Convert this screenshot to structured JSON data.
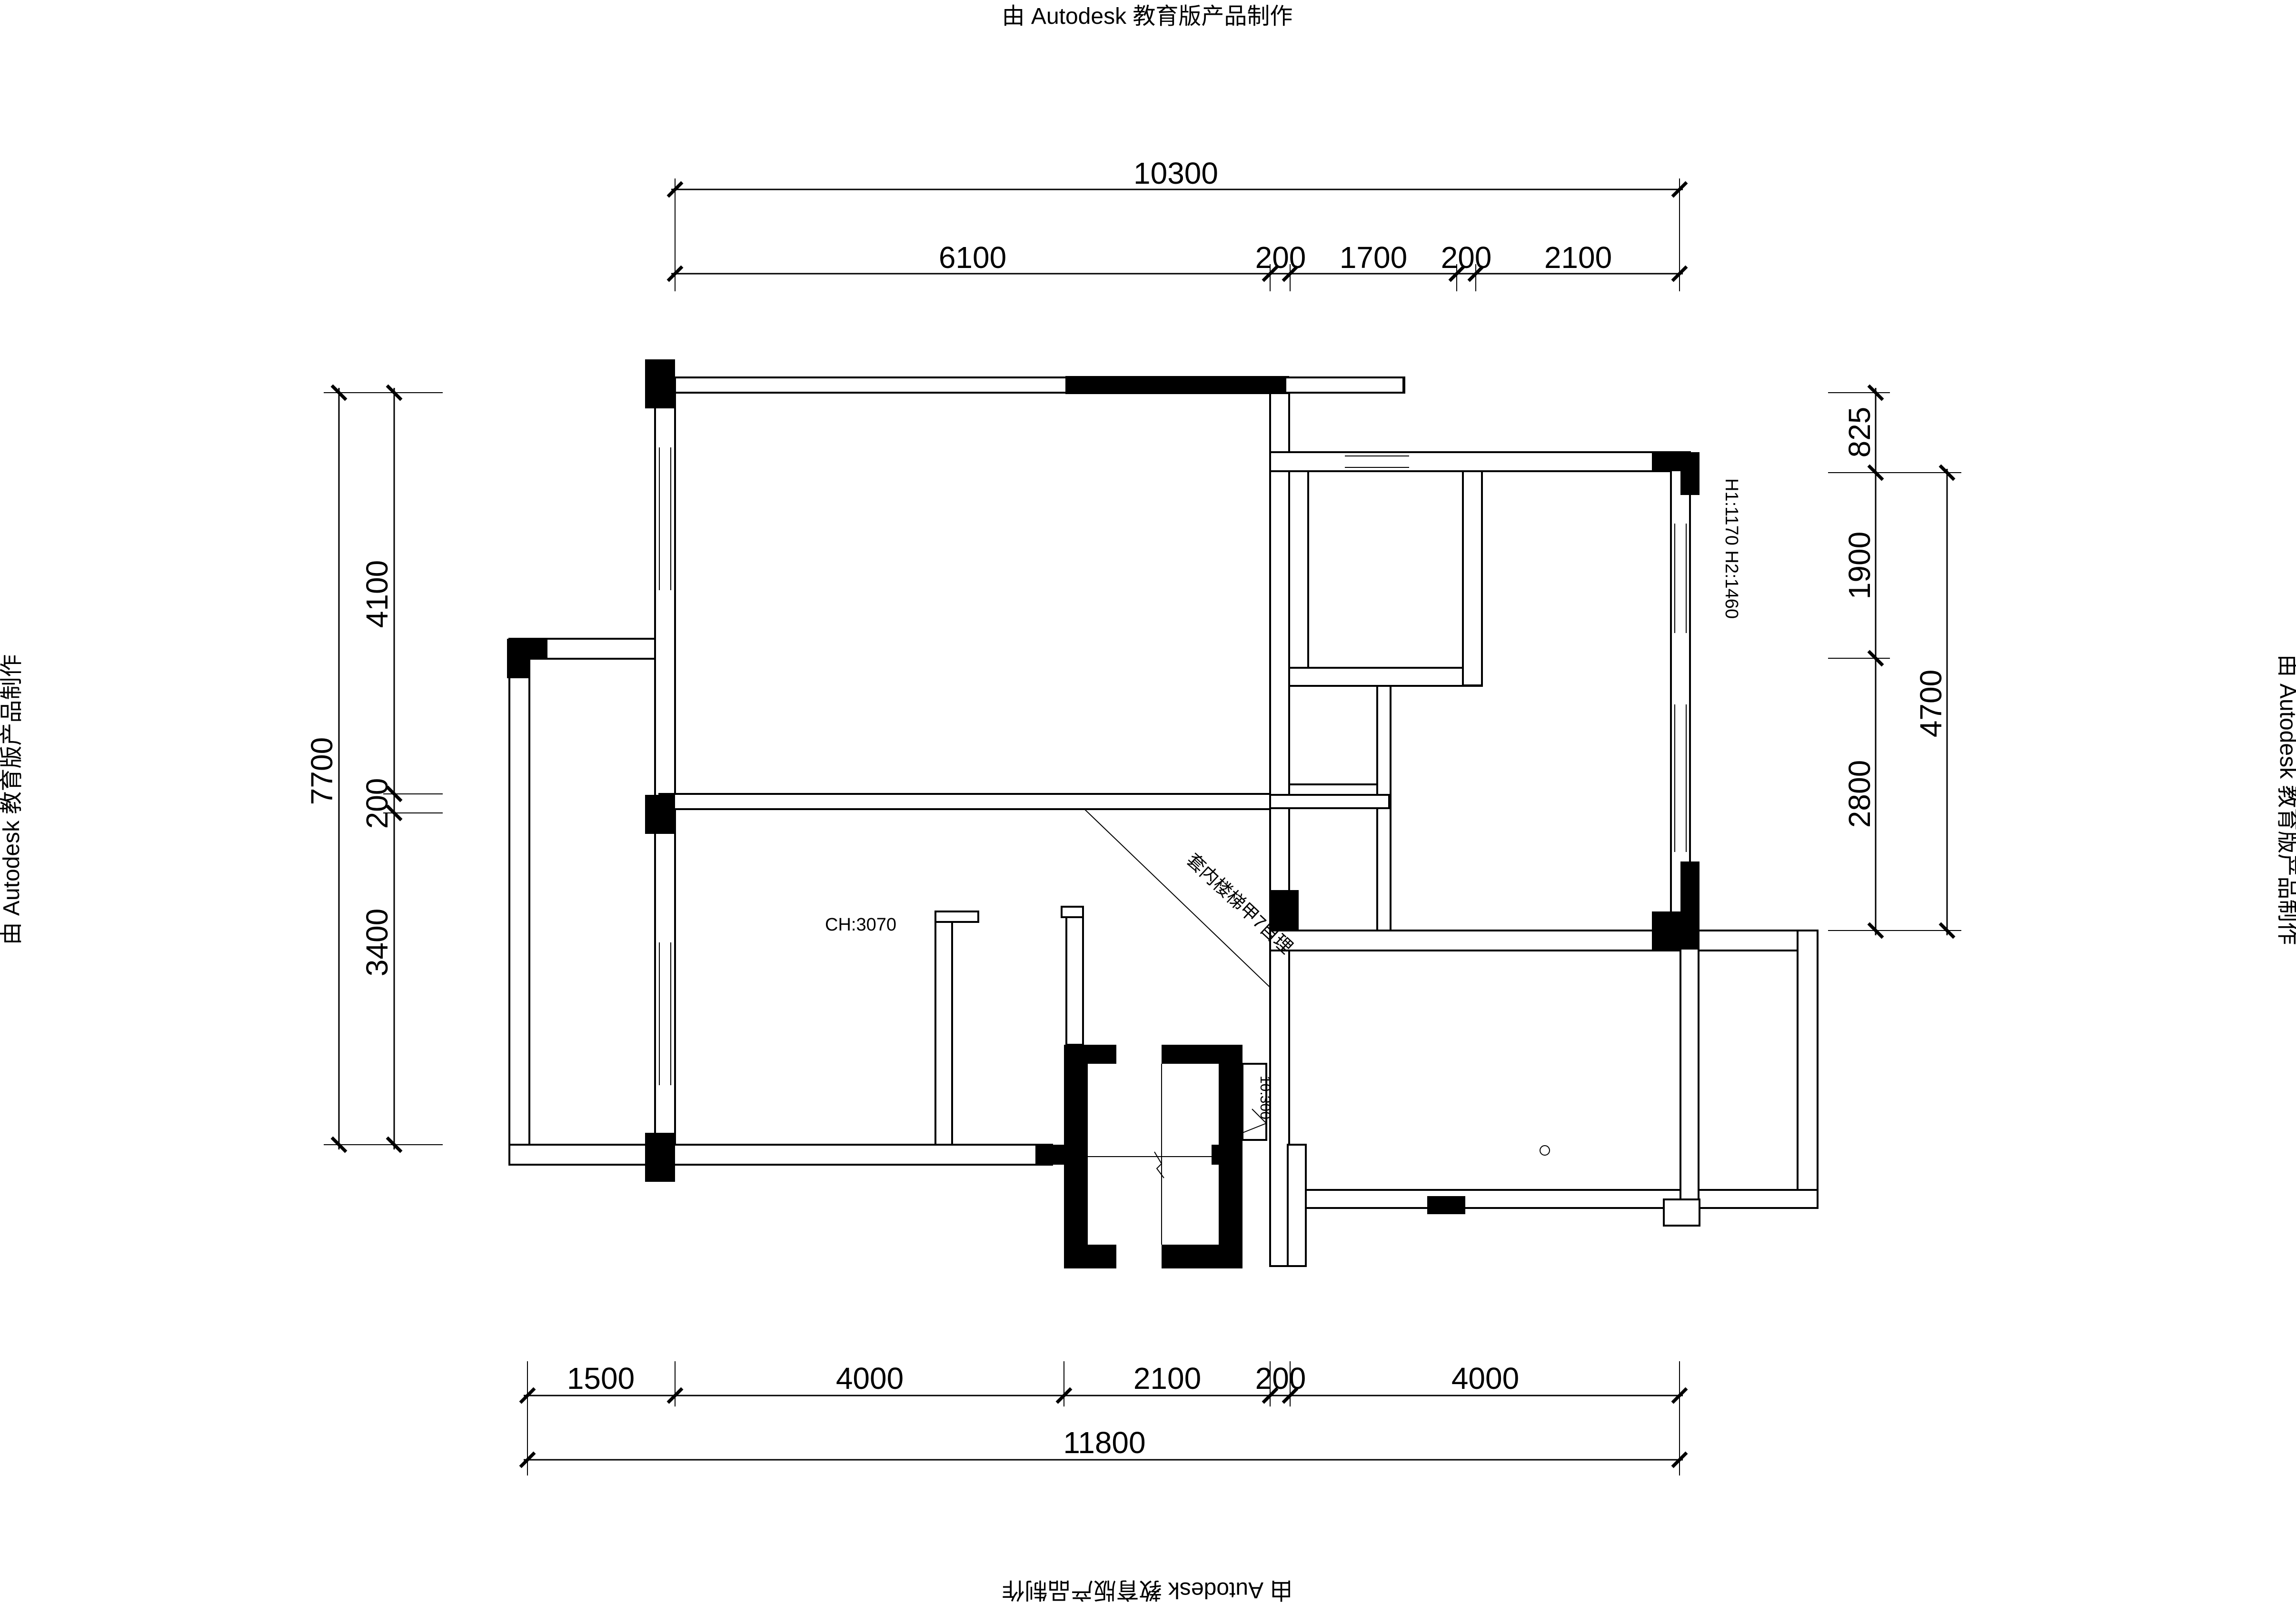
{
  "watermark": {
    "top": "由 Autodesk 教育版产品制作",
    "bottom": "由 Autodesk 教育版产品制作",
    "left": "由 Autodesk 教育版产品制作",
    "right": "由 Autodesk 教育版产品制作"
  },
  "dimensions": {
    "top_total": "10300",
    "top_segments": [
      "6100",
      "200",
      "1700",
      "200",
      "2100"
    ],
    "bottom_segments": [
      "1500",
      "4000",
      "2100",
      "200",
      "4000"
    ],
    "bottom_total": "11800",
    "left_total": "7700",
    "left_segments": [
      "4100",
      "200",
      "3400"
    ],
    "right_segments": [
      "825",
      "1900",
      "2800"
    ],
    "right_total": "4700"
  },
  "labels": {
    "window_height": "H1:1170 H2:1460",
    "ceiling_height": "CH:3070",
    "stair_note": "套内楼梯甲7自理",
    "elevation": "10.300"
  },
  "colors": {
    "line": "#000000",
    "background": "#ffffff"
  }
}
